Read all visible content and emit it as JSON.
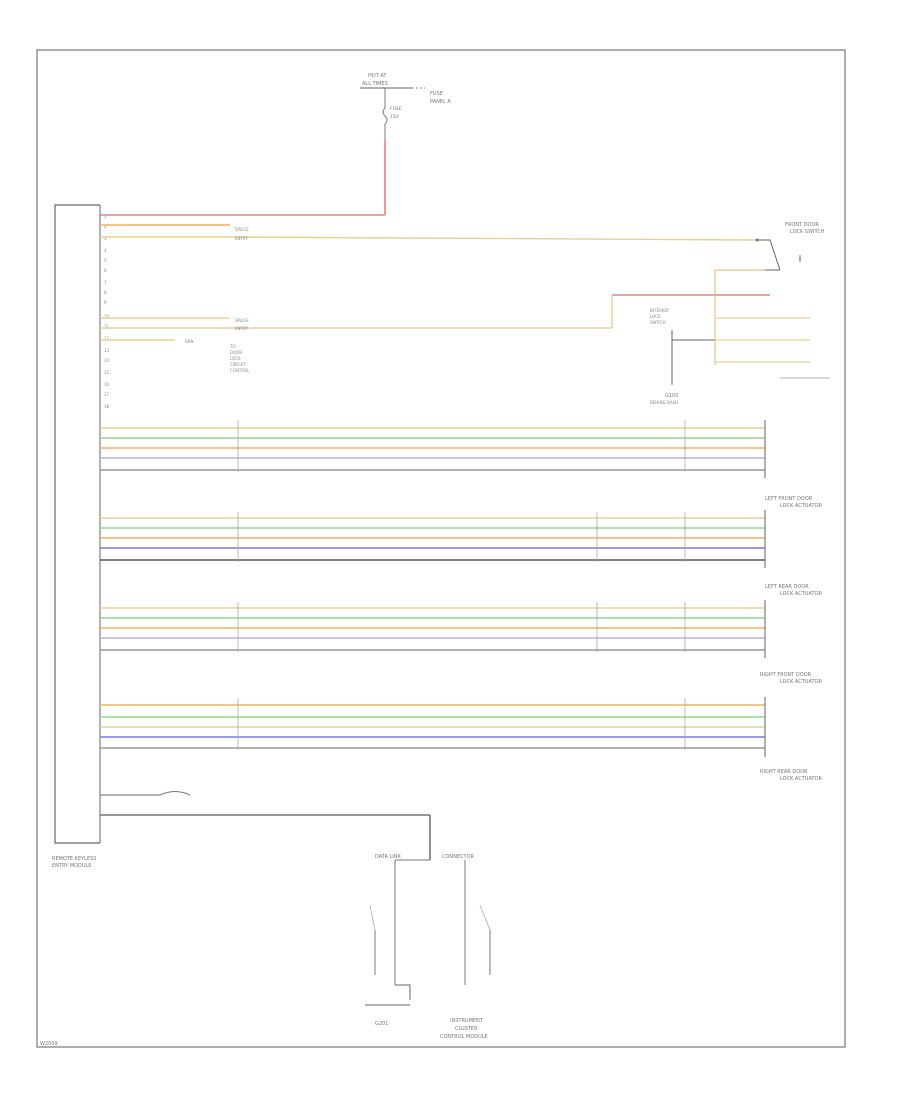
{
  "colors": {
    "frame": "#666666",
    "red": "#e88080",
    "orange": "#f0b060",
    "tan": "#e8d090",
    "green": "#90d890",
    "violet": "#b8b0e8",
    "blue": "#7878e0",
    "gray": "#999999",
    "dark": "#555555",
    "text": "#777777"
  },
  "labels": {
    "fuse_top_a": "HOT AT",
    "fuse_top_b": "ALL TIMES",
    "fuse_box_a": "FUSE",
    "fuse_box_b": "PANEL A",
    "fuse_name": "FUSE",
    "fuse_amp": "15A",
    "main_module_a": "REMOTE KEYLESS",
    "main_module_b": "ENTRY MODULE",
    "ground_label": "G100",
    "front_door_a": "FRONT DOOR",
    "front_door_b": "LOCK SWITCH",
    "driver_door_a": "LEFT FRONT DOOR",
    "driver_door_b": "LOCK ACTUATOR",
    "right_door_a": "RIGHT FRONT DOOR",
    "right_door_b": "LOCK ACTUATOR",
    "left_rear_a": "LEFT REAR DOOR",
    "left_rear_b": "LOCK ACTUATOR",
    "right_rear_a": "RIGHT REAR DOOR",
    "right_rear_b": "LOCK ACTUATOR",
    "bottom_conn_a": "DATA LINK",
    "bottom_conn_b": "CONNECTOR",
    "bottom_gnd": "G201",
    "bottom_module_a": "INSTRUMENT",
    "bottom_module_b": "CLUSTER",
    "bottom_module_c": "CONTROL MODULE",
    "corner_code": "W2009"
  }
}
